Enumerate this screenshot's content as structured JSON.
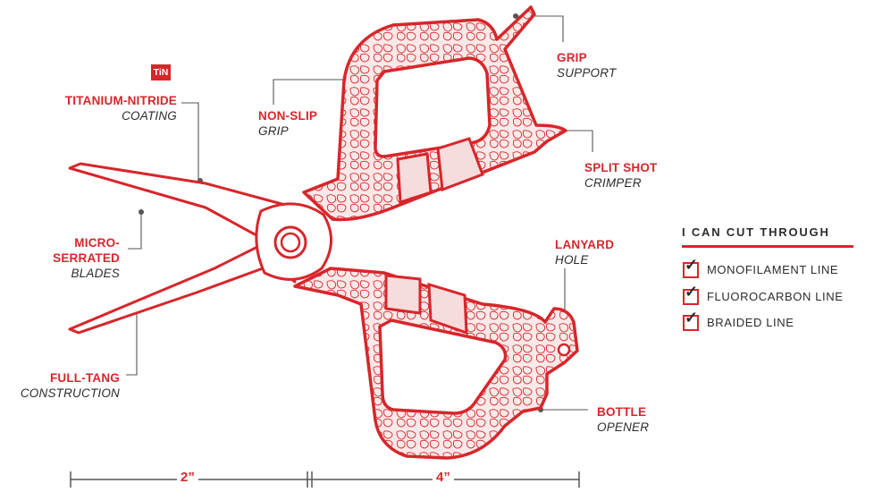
{
  "labels": {
    "tin_badge": "TiN",
    "titanium": {
      "title": "TITANIUM-NITRIDE",
      "sub": "COATING"
    },
    "serrated": {
      "title": "MICRO-SERRATED",
      "sub": "BLADES"
    },
    "fulltang": {
      "title": "FULL-TANG",
      "sub": "CONSTRUCTION"
    },
    "nonslip": {
      "title": "NON-SLIP",
      "sub": "GRIP"
    },
    "grip": {
      "title": "GRIP",
      "sub": "SUPPORT"
    },
    "splitshot": {
      "title": "SPLIT SHOT",
      "sub": "CRIMPER"
    },
    "lanyard": {
      "title": "LANYARD",
      "sub": "HOLE"
    },
    "bottle": {
      "title": "BOTTLE",
      "sub": "OPENER"
    }
  },
  "cut_through": {
    "title": "I CAN CUT THROUGH",
    "items": [
      "MONOFILAMENT LINE",
      "FLUOROCARBON LINE",
      "BRAIDED LINE"
    ]
  },
  "dimensions": {
    "left": "2”",
    "right": "4”"
  },
  "colors": {
    "accent": "#d7262b",
    "text": "#2c2c2c",
    "texture_fill": "#f6dcdc"
  }
}
